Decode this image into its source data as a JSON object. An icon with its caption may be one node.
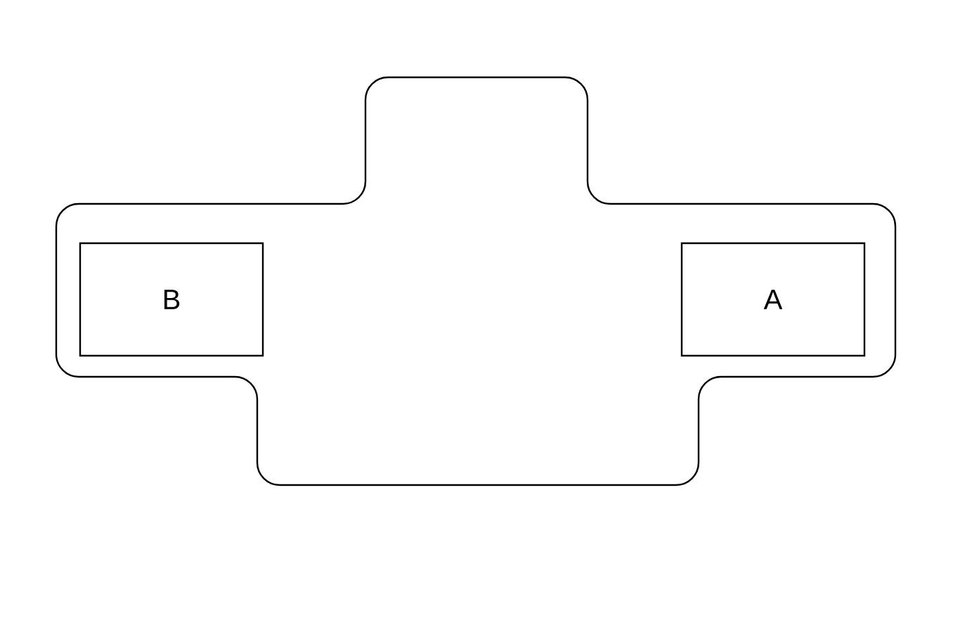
{
  "diagram": {
    "nodes": [
      {
        "text": [],
        "shape": "box"
      },
      {
        "text": [
          "B"
        ],
        "in": 0
      },
      {
        "text": [
          "A"
        ],
        "in": 0
      }
    ]
  }
}
